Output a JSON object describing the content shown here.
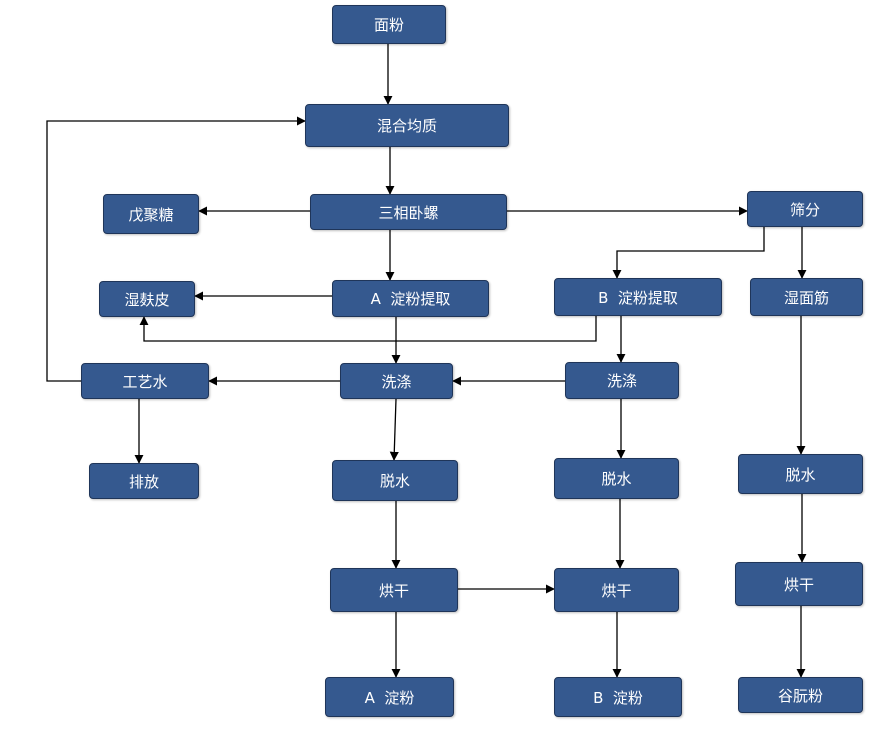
{
  "colors": {
    "node_fill": "#35598f",
    "node_border": "#1f3559",
    "node_text": "#ffffff",
    "arrow": "#000000"
  },
  "nodes": {
    "flour": "面粉",
    "mix": "混合均质",
    "decanter": "三相卧螺",
    "pentosan": "戊聚糖",
    "sieve": "筛分",
    "wet_bran": "湿麸皮",
    "a_extract": "A  淀粉提取",
    "b_extract": "B  淀粉提取",
    "wet_gluten": "湿面筋",
    "process_water": "工艺水",
    "wash_a": "洗涤",
    "wash_b": "洗涤",
    "discharge": "排放",
    "dewater_a": "脱水",
    "dewater_b": "脱水",
    "dewater_g": "脱水",
    "dry_a": "烘干",
    "dry_b": "烘干",
    "dry_g": "烘干",
    "a_starch": "A  淀粉",
    "b_starch": "B  淀粉",
    "gluten_powder": "谷朊粉"
  },
  "edges": [
    [
      "flour",
      "mix"
    ],
    [
      "mix",
      "decanter"
    ],
    [
      "decanter",
      "pentosan"
    ],
    [
      "decanter",
      "sieve"
    ],
    [
      "decanter",
      "a_extract"
    ],
    [
      "sieve",
      "b_extract"
    ],
    [
      "sieve",
      "wet_gluten"
    ],
    [
      "a_extract",
      "wet_bran"
    ],
    [
      "b_extract",
      "wet_bran"
    ],
    [
      "a_extract",
      "wash_a"
    ],
    [
      "b_extract",
      "wash_b"
    ],
    [
      "wash_b",
      "wash_a"
    ],
    [
      "wash_a",
      "process_water"
    ],
    [
      "process_water",
      "mix"
    ],
    [
      "process_water",
      "discharge"
    ],
    [
      "wash_a",
      "dewater_a"
    ],
    [
      "wash_b",
      "dewater_b"
    ],
    [
      "wet_gluten",
      "dewater_g"
    ],
    [
      "dewater_a",
      "dry_a"
    ],
    [
      "dewater_b",
      "dry_b"
    ],
    [
      "dewater_g",
      "dry_g"
    ],
    [
      "dry_a",
      "dry_b"
    ],
    [
      "dry_a",
      "a_starch"
    ],
    [
      "dry_b",
      "b_starch"
    ],
    [
      "dry_g",
      "gluten_powder"
    ]
  ]
}
